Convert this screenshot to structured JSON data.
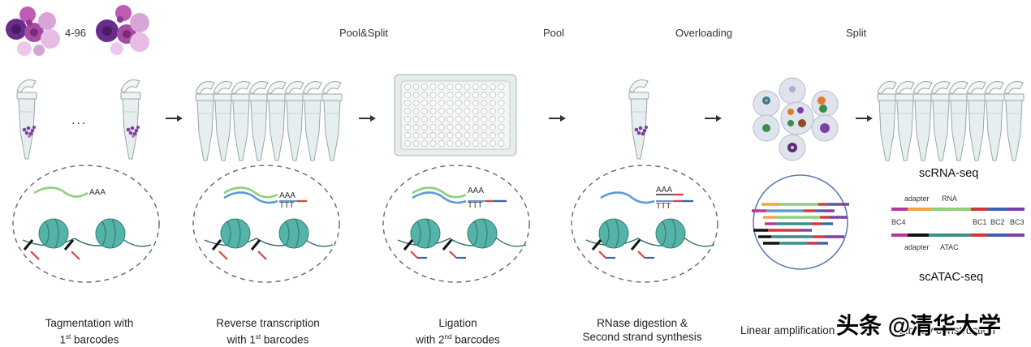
{
  "header": {
    "batch_range": "4-96",
    "pool_split": "Pool&Split",
    "pool": "Pool",
    "overloading": "Overloading",
    "split": "Split"
  },
  "ellipsis": "...",
  "seq_labels": {
    "aaa": "AAA",
    "ttt": "TTT"
  },
  "captions": {
    "step1_line1": "Tagmentation with",
    "step1_line2_pre": "1",
    "step1_line2_sup": "st",
    "step1_line2_post": " barcodes",
    "step2_line1": "Reverse transcription",
    "step2_line2_pre": "with 1",
    "step2_line2_sup": "st",
    "step2_line2_post": " barcodes",
    "step3_line1": "Ligation",
    "step3_line2_pre": "with 2",
    "step3_line2_sup": "nd",
    "step3_line2_post": " barcodes",
    "step4_line1": "RNase digestion &",
    "step4_line2": "Second strand synthesis",
    "step5": "Linear amplification",
    "step6": "Library construction"
  },
  "library": {
    "scrna_title": "scRNA-seq",
    "scatac_title": "scATAC-seq",
    "adapter": "adapter",
    "rna": "RNA",
    "atac": "ATAC",
    "bc4": "BC4",
    "bc1": "BC1",
    "bc2": "BC2",
    "bc3": "BC3"
  },
  "watermark": "头条 @清华大学",
  "colors": {
    "tube_fill": "#e6eef0",
    "tube_stroke": "#9aa6a8",
    "nucleosome": "#56b3a8",
    "rna_strand": "#8fcf7c",
    "cdna_strand": "#5b9bd8",
    "barcode_red": "#d9473f",
    "barcode_blue": "#3a63b5",
    "cell_purple": "#6a2c8c",
    "cell_magenta": "#c05bb4",
    "cell_light": "#e7bde6",
    "adapter_magenta": "#b8359b",
    "adapter_orange": "#f0a640",
    "bc_purple": "#7c3fa3",
    "bc_red": "#cc3a3a",
    "atac_teal": "#3f8c88"
  }
}
